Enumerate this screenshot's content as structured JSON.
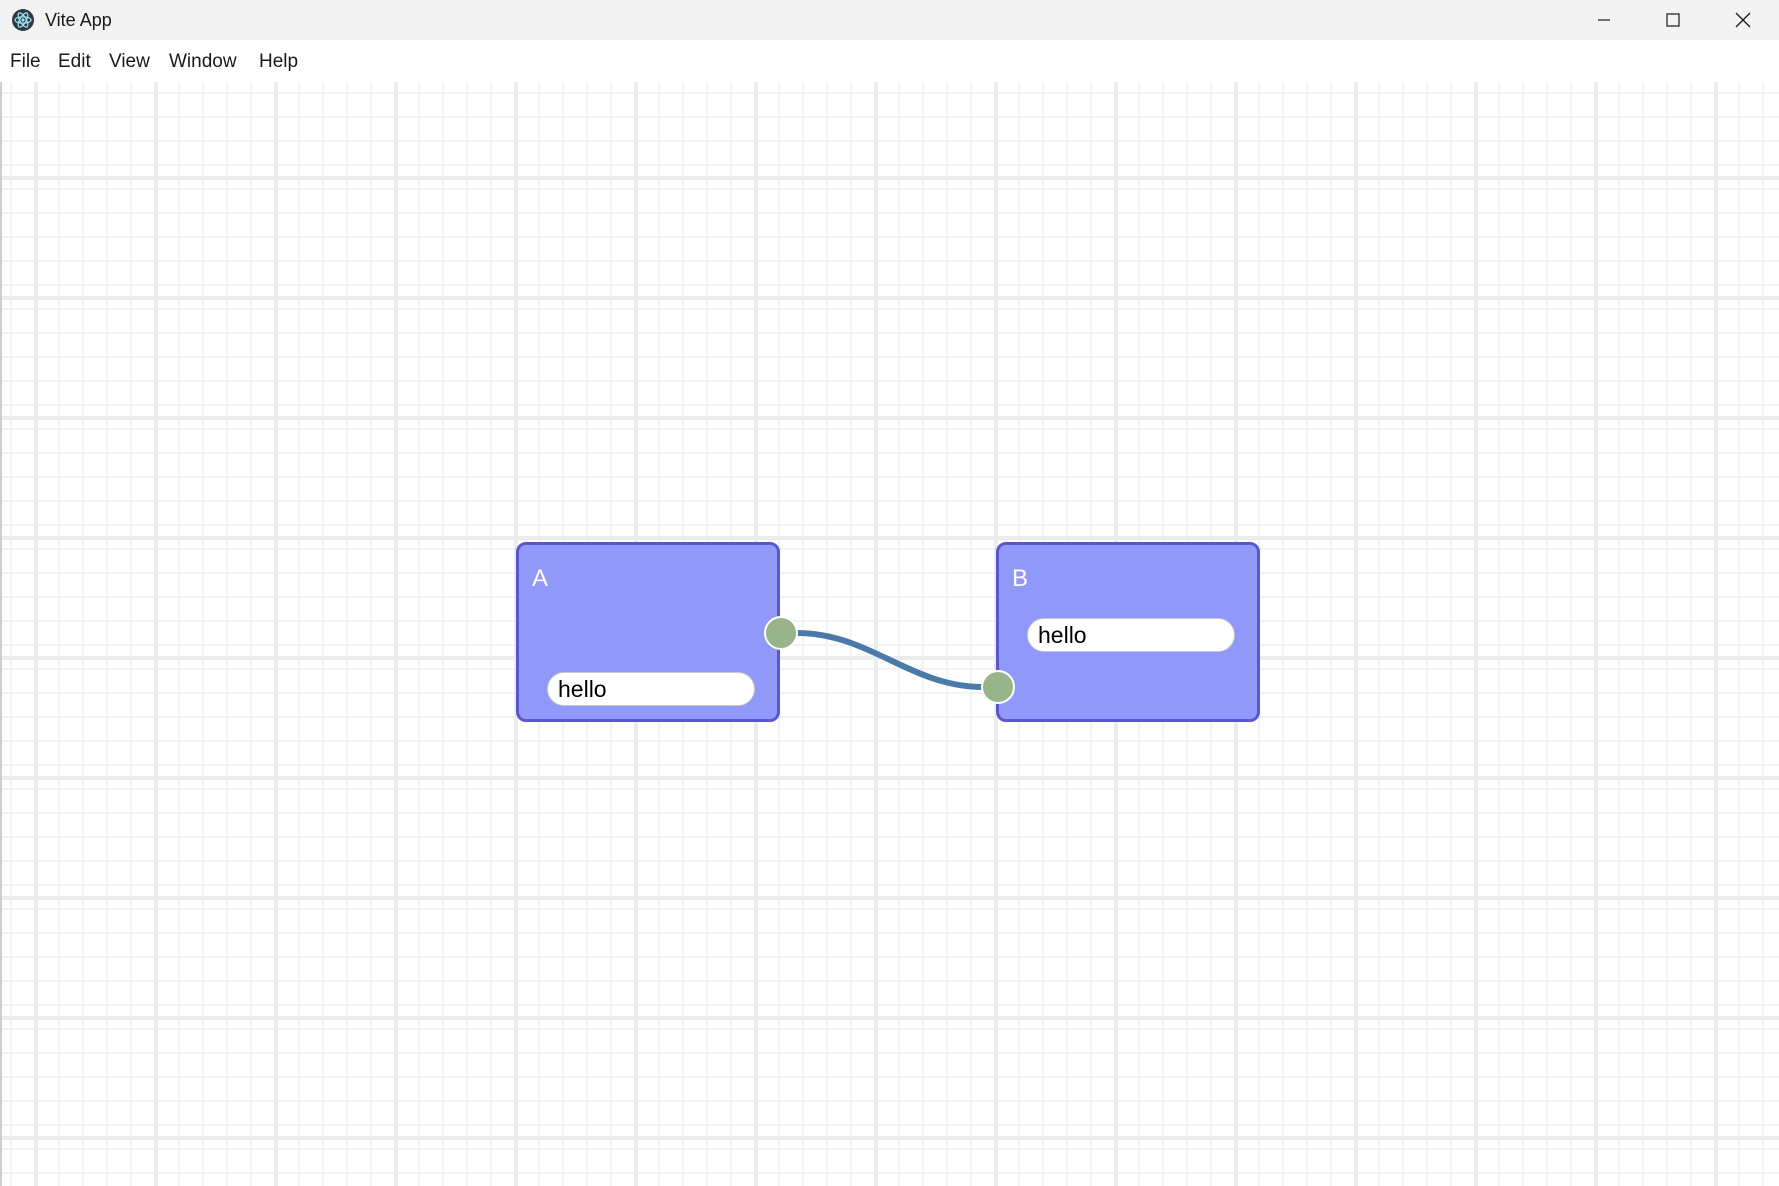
{
  "window": {
    "title": "Vite App",
    "app_icon": "electron-atom-icon",
    "controls": {
      "minimize_icon": "minimize-icon",
      "maximize_icon": "maximize-icon",
      "close_icon": "close-icon"
    }
  },
  "menubar": {
    "items": [
      {
        "label": "File"
      },
      {
        "label": "Edit"
      },
      {
        "label": "View"
      },
      {
        "label": "Window"
      },
      {
        "label": "Help"
      }
    ]
  },
  "graph": {
    "nodes": [
      {
        "id": "A",
        "title": "A",
        "input_value": "hello",
        "ports": [
          "output"
        ]
      },
      {
        "id": "B",
        "title": "B",
        "input_value": "hello",
        "ports": [
          "input"
        ]
      }
    ],
    "edges": [
      {
        "from": "A",
        "to": "B"
      }
    ]
  },
  "colors": {
    "node_fill": "#9099f9",
    "node_border": "#5a57cc",
    "port_fill": "#98b48a",
    "edge": "#4a7aa8",
    "grid_major": "#ececec",
    "grid_minor": "#f3f3f3"
  }
}
